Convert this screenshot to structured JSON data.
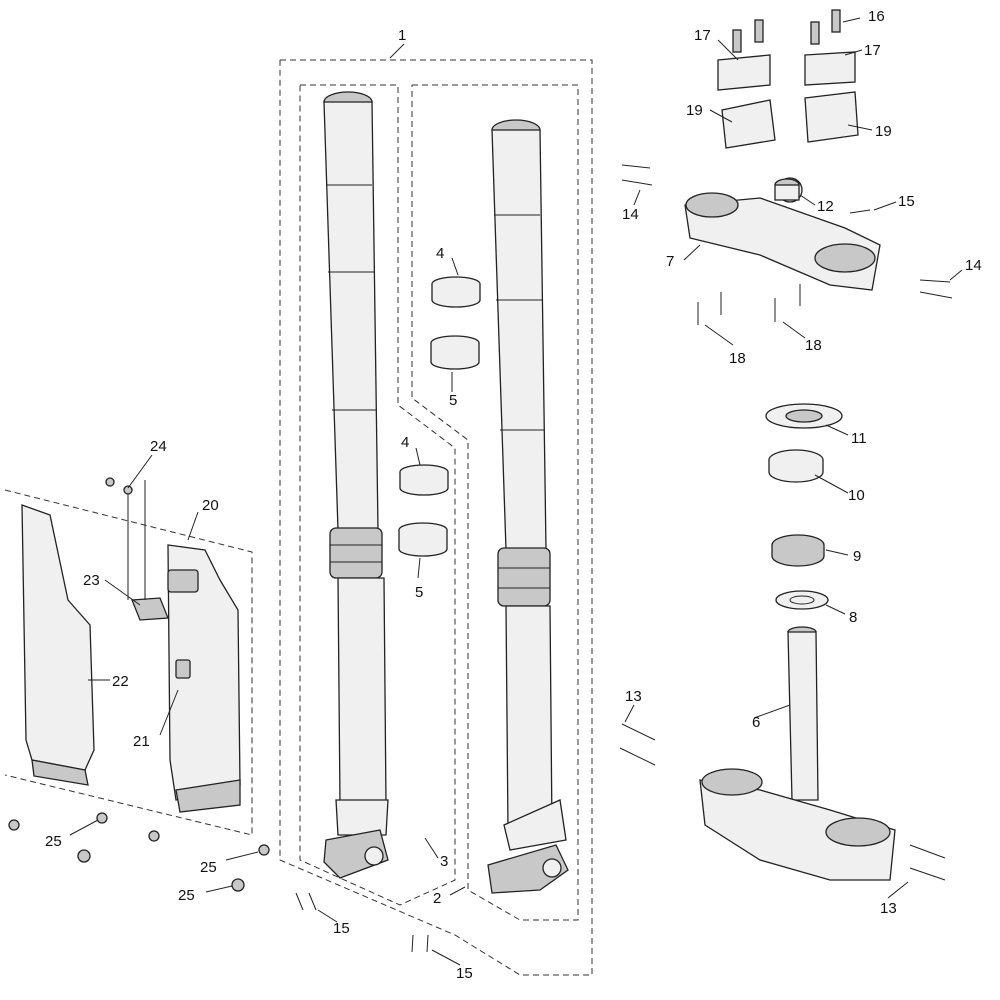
{
  "diagram": {
    "callouts": [
      {
        "key": "c1",
        "text": "1"
      },
      {
        "key": "c2",
        "text": "2"
      },
      {
        "key": "c3",
        "text": "3"
      },
      {
        "key": "c4a",
        "text": "4"
      },
      {
        "key": "c4b",
        "text": "4"
      },
      {
        "key": "c5a",
        "text": "5"
      },
      {
        "key": "c5b",
        "text": "5"
      },
      {
        "key": "c6",
        "text": "6"
      },
      {
        "key": "c7",
        "text": "7"
      },
      {
        "key": "c8",
        "text": "8"
      },
      {
        "key": "c9",
        "text": "9"
      },
      {
        "key": "c10",
        "text": "10"
      },
      {
        "key": "c11",
        "text": "11"
      },
      {
        "key": "c12",
        "text": "12"
      },
      {
        "key": "c13a",
        "text": "13"
      },
      {
        "key": "c13b",
        "text": "13"
      },
      {
        "key": "c14a",
        "text": "14"
      },
      {
        "key": "c14b",
        "text": "14"
      },
      {
        "key": "c15a",
        "text": "15"
      },
      {
        "key": "c15b",
        "text": "15"
      },
      {
        "key": "c15c",
        "text": "15"
      },
      {
        "key": "c16",
        "text": "16"
      },
      {
        "key": "c17a",
        "text": "17"
      },
      {
        "key": "c17b",
        "text": "17"
      },
      {
        "key": "c18a",
        "text": "18"
      },
      {
        "key": "c18b",
        "text": "18"
      },
      {
        "key": "c19a",
        "text": "19"
      },
      {
        "key": "c19b",
        "text": "19"
      },
      {
        "key": "c20",
        "text": "20"
      },
      {
        "key": "c21",
        "text": "21"
      },
      {
        "key": "c22",
        "text": "22"
      },
      {
        "key": "c23",
        "text": "23"
      },
      {
        "key": "c24",
        "text": "24"
      },
      {
        "key": "c25a",
        "text": "25"
      },
      {
        "key": "c25b",
        "text": "25"
      },
      {
        "key": "c25c",
        "text": "25"
      }
    ]
  }
}
